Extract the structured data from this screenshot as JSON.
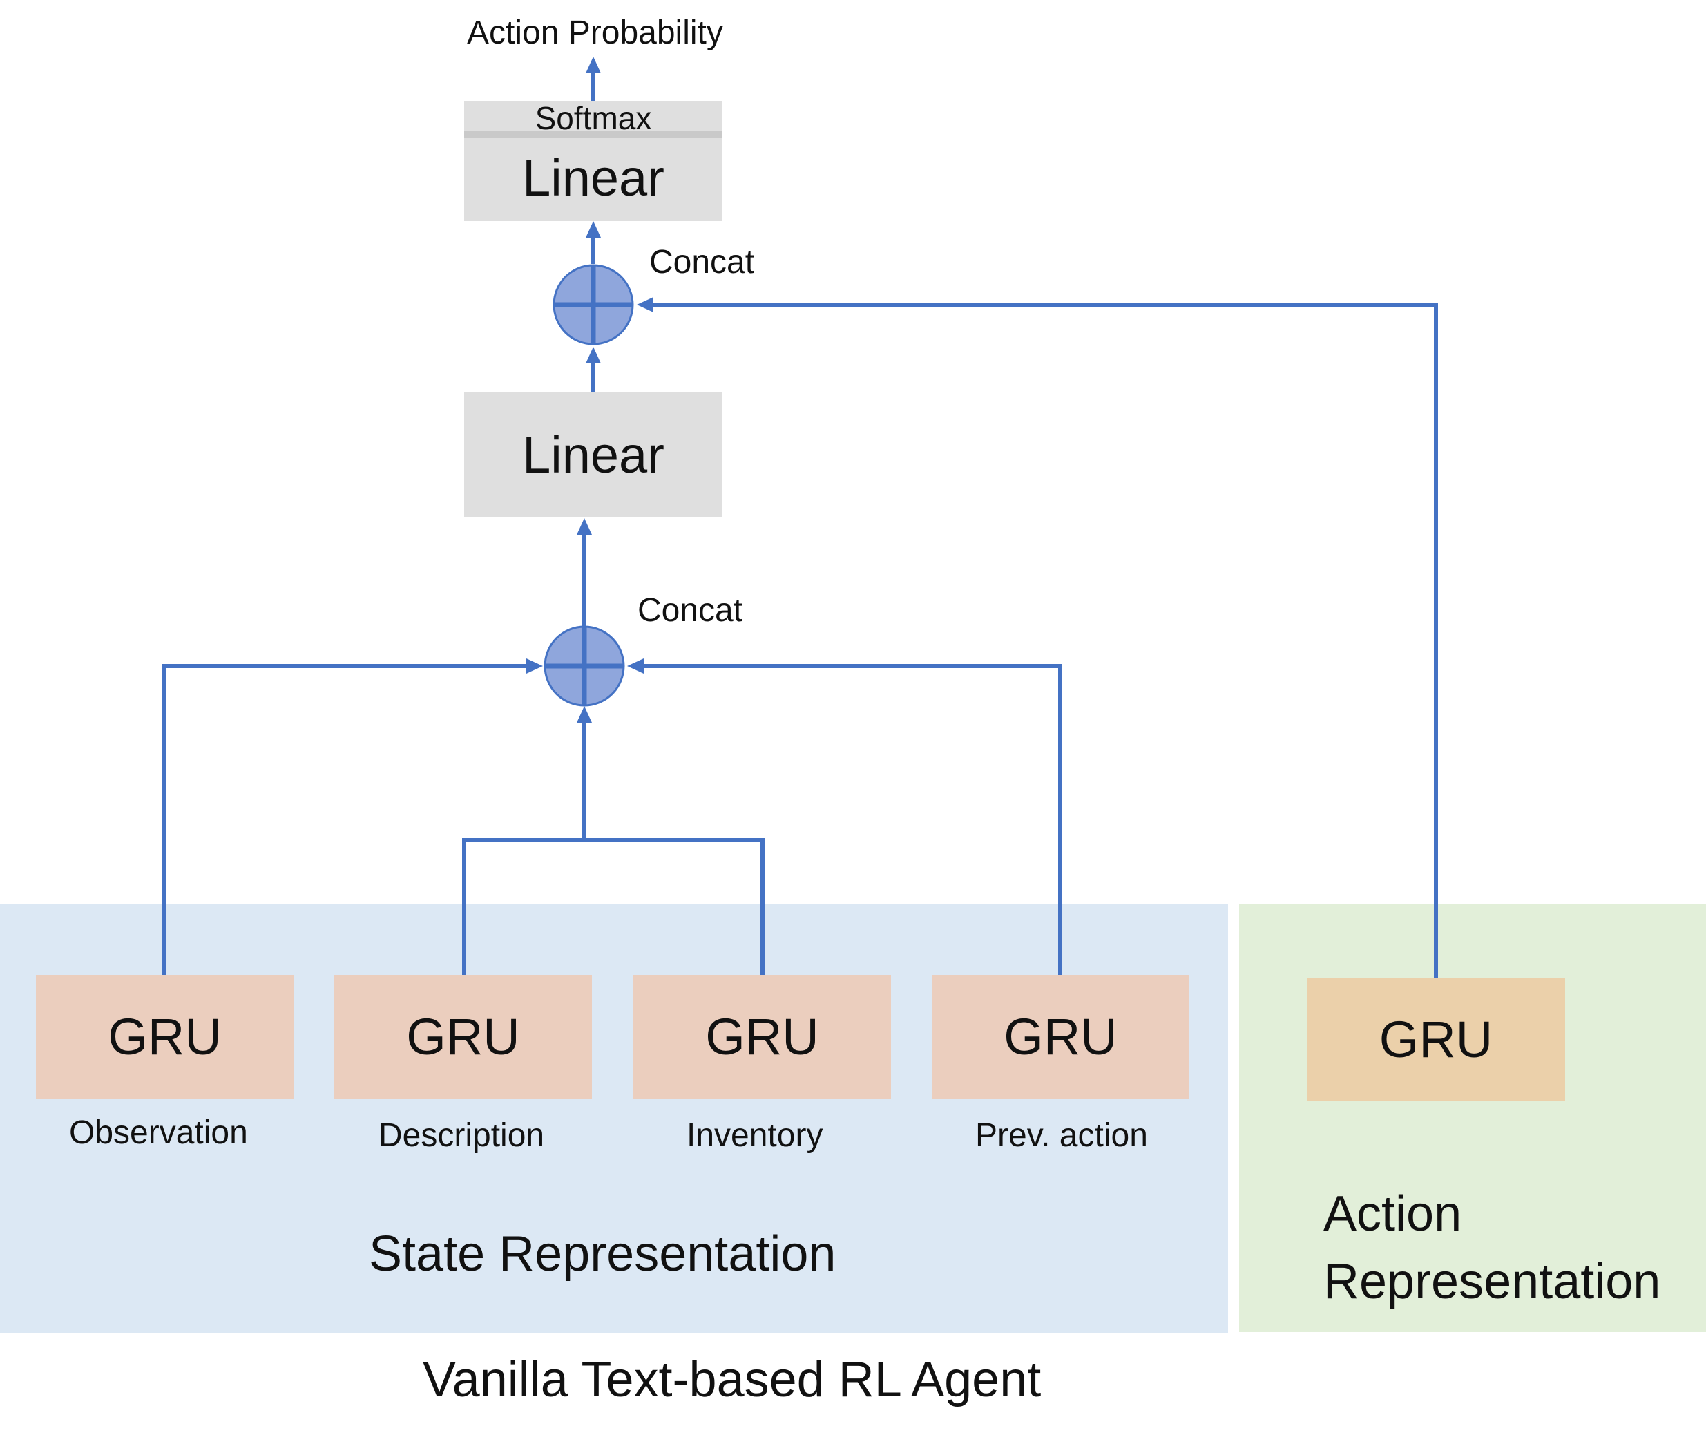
{
  "diagram": {
    "title": "Vanilla Text-based RL Agent",
    "output_label": "Action Probability",
    "softmax_label": "Softmax",
    "top_linear_label": "Linear",
    "mid_linear_label": "Linear",
    "concat_top_label": "Concat",
    "concat_bottom_label": "Concat",
    "state_panel": {
      "label": "State Representation",
      "encoders": [
        {
          "block": "GRU",
          "input": "Observation"
        },
        {
          "block": "GRU",
          "input": "Description"
        },
        {
          "block": "GRU",
          "input": "Inventory"
        },
        {
          "block": "GRU",
          "input": "Prev. action"
        }
      ]
    },
    "action_panel": {
      "label_line1": "Action",
      "label_line2": "Representation",
      "encoder": {
        "block": "GRU"
      }
    }
  },
  "colors": {
    "state_panel_bg": "#dce8f4",
    "action_panel_bg": "#e2efd9",
    "gru_state_fill": "#ebcebe",
    "gru_action_fill": "#ebd0aa",
    "linear_fill": "#dfdfdf",
    "wire": "#4472c4",
    "concat_fill": "#8fa6dc"
  }
}
